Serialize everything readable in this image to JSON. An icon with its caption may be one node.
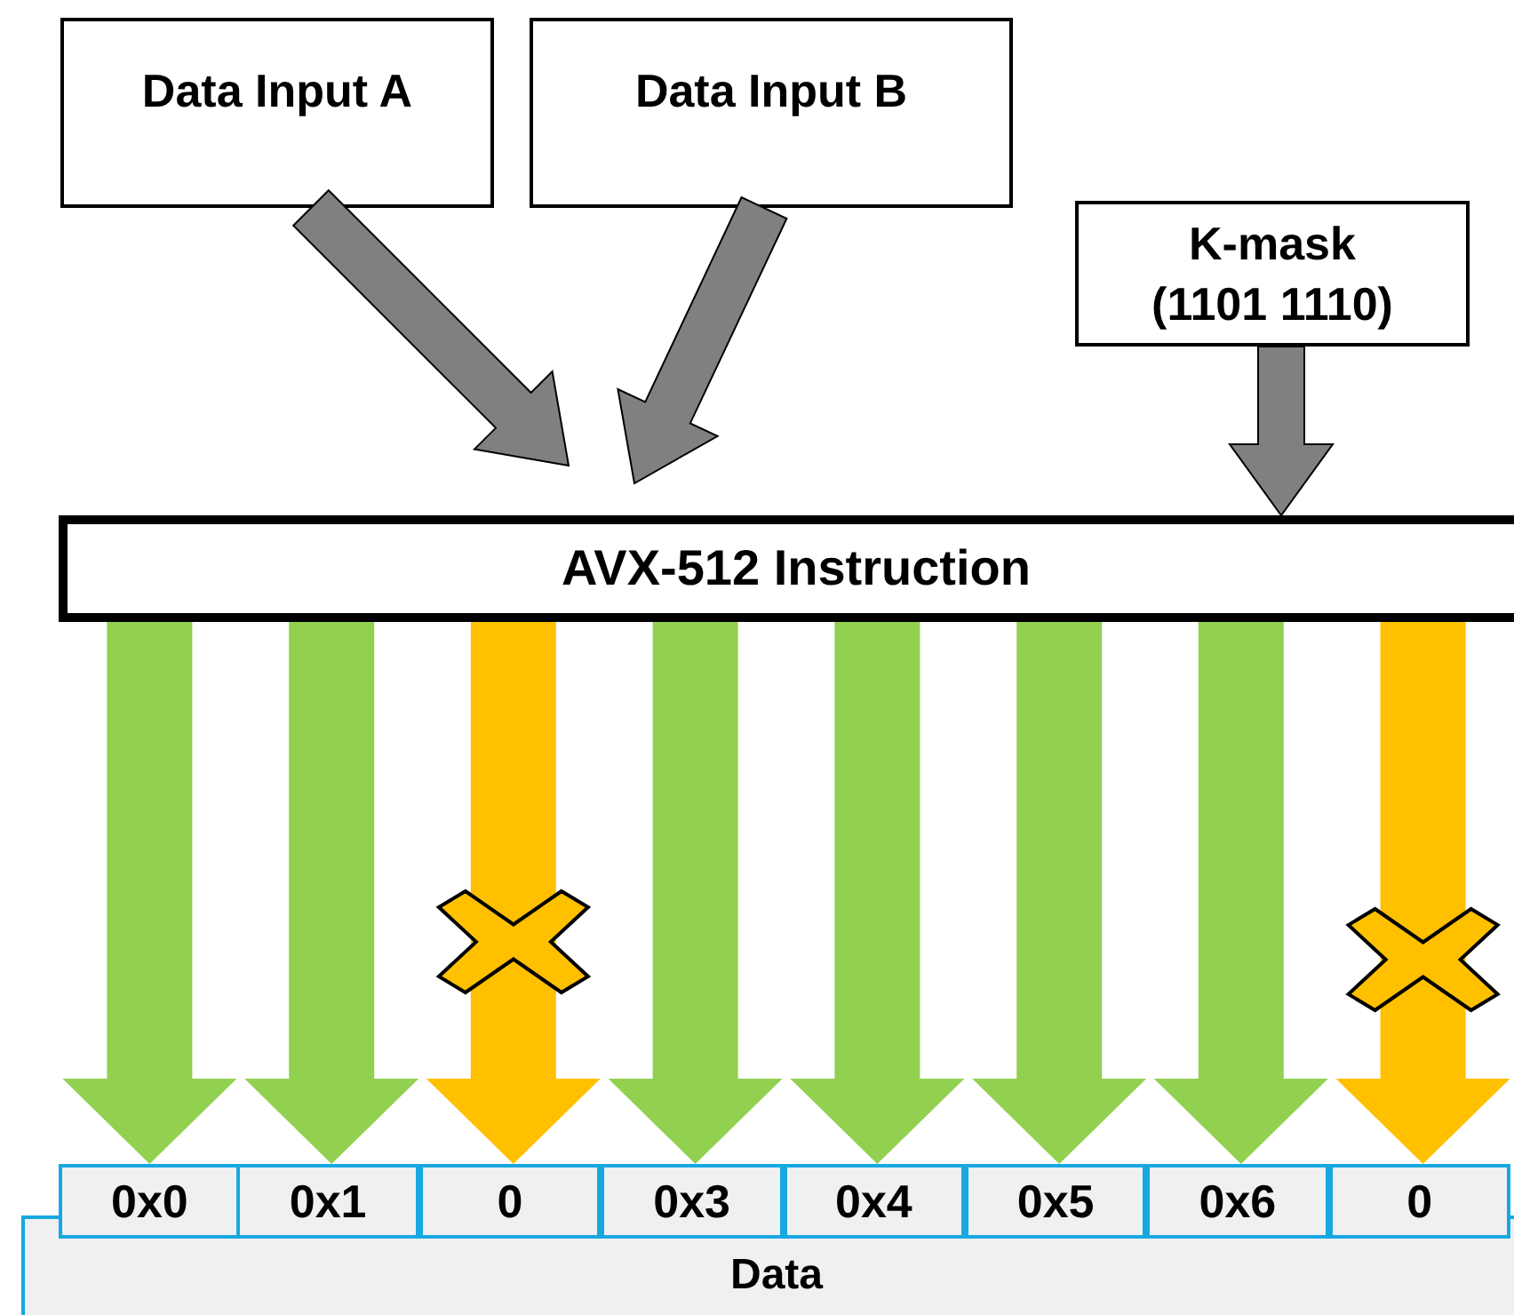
{
  "diagram": {
    "nodes": [
      {
        "text": [
          "Data Input A"
        ]
      },
      {
        "text": [
          "Data Input B"
        ]
      },
      {
        "text": [
          "K-mask (1101 1110)"
        ]
      },
      {
        "text": [
          "AVX-512 Instruction"
        ]
      },
      {
        "text": [
          "0x0"
        ]
      },
      {
        "text": [
          "0x1"
        ]
      },
      {
        "text": [
          "0"
        ]
      },
      {
        "text": [
          "0x3"
        ]
      },
      {
        "text": [
          "0x4"
        ]
      },
      {
        "text": [
          "0x5"
        ]
      },
      {
        "text": [
          "0x6"
        ]
      },
      {
        "text": [
          "0"
        ]
      },
      {
        "text": [
          "Data"
        ]
      }
    ],
    "edges": [
      {
        "from": 0,
        "to": 3,
        "arrow": "to",
        "style": "thick",
        "color": "#808080"
      },
      {
        "from": 1,
        "to": 3,
        "arrow": "to",
        "style": "thick",
        "color": "#808080"
      },
      {
        "from": 2,
        "to": 3,
        "arrow": "to",
        "style": "thick",
        "color": "#808080"
      },
      {
        "from": 3,
        "to": 4,
        "arrow": "to",
        "style": "thick",
        "color": "#92d050"
      },
      {
        "from": 3,
        "to": 5,
        "arrow": "to",
        "style": "thick",
        "color": "#92d050"
      },
      {
        "from": 3,
        "to": 6,
        "arrow": "to",
        "style": "thick",
        "color": "#ffc000"
      },
      {
        "from": 3,
        "to": 7,
        "arrow": "to",
        "style": "thick",
        "color": "#92d050"
      },
      {
        "from": 3,
        "to": 8,
        "arrow": "to",
        "style": "thick",
        "color": "#92d050"
      },
      {
        "from": 3,
        "to": 9,
        "arrow": "to",
        "style": "thick",
        "color": "#92d050"
      },
      {
        "from": 3,
        "to": 10,
        "arrow": "to",
        "style": "thick",
        "color": "#92d050"
      },
      {
        "from": 3,
        "to": 11,
        "arrow": "to",
        "style": "thick",
        "color": "#ffc000"
      }
    ]
  }
}
